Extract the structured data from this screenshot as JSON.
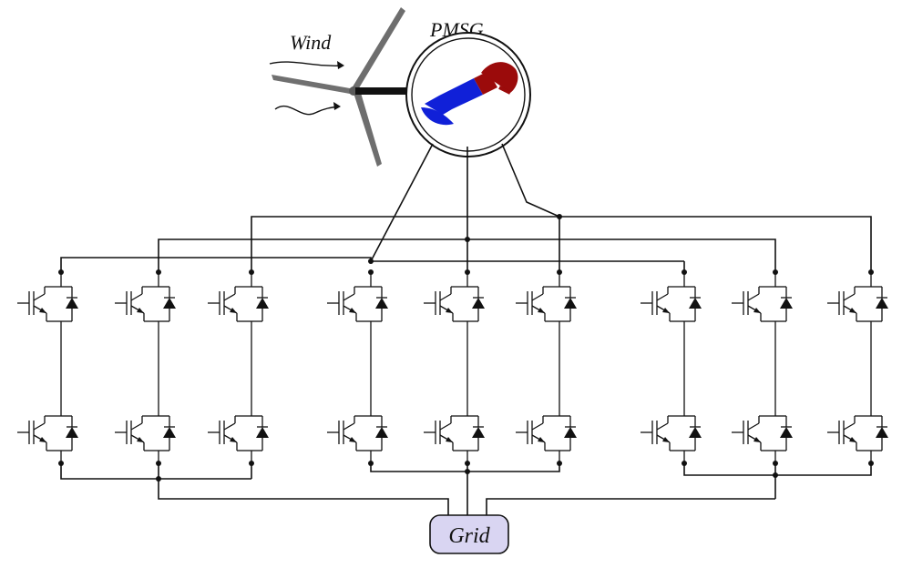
{
  "labels": {
    "wind": "Wind",
    "generator": "PMSG",
    "grid": "Grid"
  },
  "colors": {
    "magnet_north": "#9b0b0b",
    "magnet_south": "#1020d8",
    "grid_box": "#d9d5f2",
    "blade": "#6e6e6e",
    "wire": "#111111"
  },
  "icons": [
    "wind-turbine-icon",
    "pmsg-rotor-icon",
    "igbt-switch-icon",
    "diode-icon"
  ],
  "converter": {
    "groups": 3,
    "legs_per_group": 3,
    "switches_per_leg": 2
  }
}
